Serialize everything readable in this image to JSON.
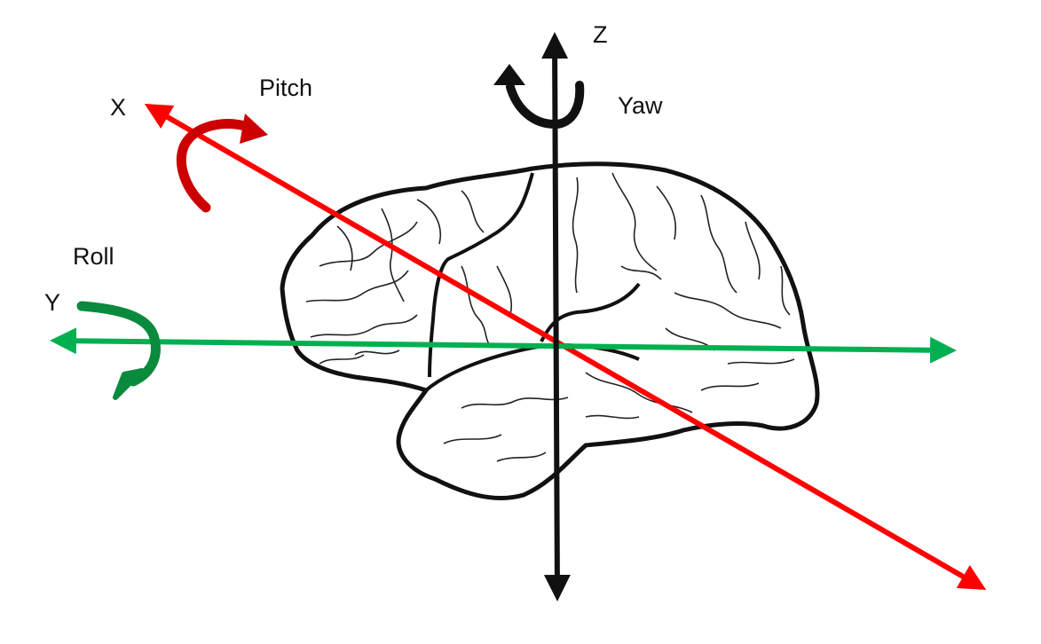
{
  "labels": {
    "x_axis": "X",
    "y_axis": "Y",
    "z_axis": "Z",
    "pitch": "Pitch",
    "roll": "Roll",
    "yaw": "Yaw"
  },
  "colors": {
    "x_axis": "#ff0000",
    "pitch_arrow": "#cc0000",
    "y_axis": "#00b050",
    "roll_arrow": "#0a8a3c",
    "z_axis": "#111111",
    "brain_fill": "#ffffff",
    "brain_outline": "#111111"
  }
}
